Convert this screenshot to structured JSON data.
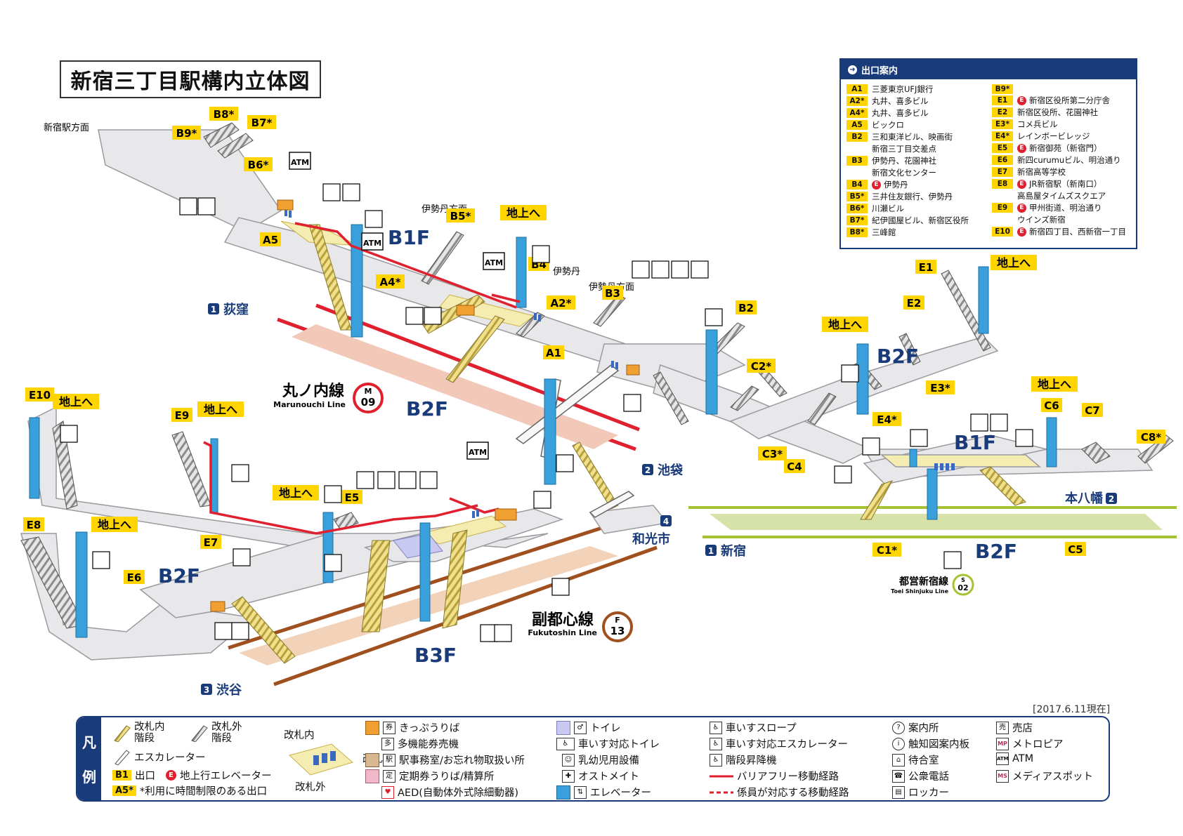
{
  "title": "新宿三丁目駅構内立体図",
  "date_note": "[2017.6.11現在]",
  "colors": {
    "navy": "#1a3b7a",
    "yellow": "#ffd400",
    "red": "#e0202e",
    "marunouchi": "#e0202e",
    "fukutoshin": "#a0501e",
    "shinjuku_line": "#a5c232",
    "elevator": "#3aa0dc",
    "floor": "#e8e8ea"
  },
  "exit_panel": {
    "title": "出口案内",
    "left": [
      {
        "code": "A1",
        "text": "三菱東京UFJ銀行",
        "ele": false
      },
      {
        "code": "A2*",
        "text": "丸井、喜多ビル",
        "ele": false
      },
      {
        "code": "A4*",
        "text": "丸井、喜多ビル",
        "ele": false
      },
      {
        "code": "A5",
        "text": "ビックロ",
        "ele": false
      },
      {
        "code": "B2",
        "text": "三和東洋ビル、映画街",
        "ele": false
      },
      {
        "code": "",
        "text": "新宿三丁目交差点",
        "ele": false
      },
      {
        "code": "B3",
        "text": "伊勢丹、花園神社",
        "ele": false
      },
      {
        "code": "",
        "text": "新宿文化センター",
        "ele": false
      },
      {
        "code": "B4",
        "text": "伊勢丹",
        "ele": true
      },
      {
        "code": "B5*",
        "text": "三井住友銀行、伊勢丹",
        "ele": false
      },
      {
        "code": "B6*",
        "text": "川瀬ビル",
        "ele": false
      },
      {
        "code": "B7*",
        "text": "紀伊國屋ビル、新宿区役所",
        "ele": false
      },
      {
        "code": "B8*",
        "text": "三峰館",
        "ele": false
      }
    ],
    "right": [
      {
        "code": "B9*",
        "text": "",
        "ele": false
      },
      {
        "code": "E1",
        "text": "新宿区役所第二分庁舎",
        "ele": true
      },
      {
        "code": "E2",
        "text": "新宿区役所、花園神社",
        "ele": false
      },
      {
        "code": "E3*",
        "text": "コメ兵ビル",
        "ele": false
      },
      {
        "code": "E4*",
        "text": "レインボービレッジ",
        "ele": false
      },
      {
        "code": "E5",
        "text": "新宿御苑（新宿門）",
        "ele": true
      },
      {
        "code": "E6",
        "text": "新四curumuビル、明治通り",
        "ele": false
      },
      {
        "code": "E7",
        "text": "新宿高等学校",
        "ele": false
      },
      {
        "code": "E8",
        "text": "JR新宿駅（新南口）",
        "ele": true
      },
      {
        "code": "",
        "text": "高島屋タイムズスクエア",
        "ele": false
      },
      {
        "code": "E9",
        "text": "甲州街道、明治通り",
        "ele": true
      },
      {
        "code": "",
        "text": "ウインズ新宿",
        "ele": false
      },
      {
        "code": "E10",
        "text": "新宿四丁目、西新宿一丁目",
        "ele": true
      }
    ]
  },
  "map": {
    "floors": {
      "b1f_left": "B1F",
      "b2f_left": "B2F",
      "b2f_right": "B2F",
      "b1f_right": "B1F",
      "b2f_bottom_left": "B2F",
      "b3f": "B3F",
      "b2f_c": "B2F"
    },
    "lines": {
      "marunouchi": {
        "jp": "丸ノ内線",
        "en": "Marunouchi Line",
        "letter": "M",
        "num": "09"
      },
      "fukutoshin": {
        "jp": "副都心線",
        "en": "Fukutoshin Line",
        "letter": "F",
        "num": "13"
      },
      "shinjuku": {
        "jp": "都営新宿線",
        "en": "Toei Shinjuku Line",
        "letter": "S",
        "num": "02"
      }
    },
    "directions": {
      "shinjuku_sta": "新宿駅方面",
      "isetan1": "伊勢丹方面",
      "isetan2": "伊勢丹方面",
      "ogikubo": {
        "num": "1",
        "label": "荻窪"
      },
      "ikebukuro": {
        "num": "2",
        "label": "池袋"
      },
      "wakoshi": {
        "num": "4",
        "label": "和光市"
      },
      "shibuya": {
        "num": "3",
        "label": "渋谷"
      },
      "shinjuku": {
        "num": "1",
        "label": "新宿"
      },
      "motoyawata": {
        "num": "2",
        "label": "本八幡"
      }
    },
    "chijo": "地上へ",
    "isetan_label": "伊勢丹",
    "exits": {
      "A1": "A1",
      "A2": "A2*",
      "A4": "A4*",
      "A5": "A5",
      "B2": "B2",
      "B3": "B3",
      "B4": "B4",
      "B5": "B5*",
      "B6": "B6*",
      "B7": "B7*",
      "B8": "B8*",
      "B9": "B9*",
      "C1": "C1*",
      "C2": "C2*",
      "C3": "C3*",
      "C4": "C4",
      "C5": "C5",
      "C6": "C6",
      "C7": "C7",
      "C8": "C8*",
      "E1": "E1",
      "E2": "E2",
      "E3": "E3*",
      "E4": "E4*",
      "E5": "E5",
      "E6": "E6",
      "E7": "E7",
      "E8": "E8",
      "E9": "E9",
      "E10": "E10"
    },
    "atm": "ATM"
  },
  "legend": {
    "side_top": "凡",
    "side_bottom": "例",
    "stairs_in_1": "改札内",
    "stairs_in_2": "階段",
    "stairs_out_1": "改札外",
    "stairs_out_2": "階段",
    "escalator": "エスカレーター",
    "exit_code": "B1",
    "exit_label": "出口",
    "exit_ele": "地上行エレベーター",
    "exit_time_code": "A5*",
    "exit_time": "*利用に時間制限のある出口",
    "gate_in": "改札内",
    "gate": "改札",
    "gate_out": "改札外",
    "ticket": "きっぷうりば",
    "multi_ticket": "多機能券売機",
    "office": "駅事務室/お忘れ物取扱い所",
    "commuter": "定期券うりば/精算所",
    "aed": "AED(自動体外式除細動器)",
    "toilet": "トイレ",
    "wc_toilet": "車いす対応トイレ",
    "baby": "乳幼児用設備",
    "ostomate": "オストメイト",
    "elevator": "エレベーター",
    "slope": "車いすスロープ",
    "wc_esc": "車いす対応エスカレーター",
    "stair_lift": "階段昇降機",
    "barrier_free": "バリアフリー移動経路",
    "staff_route": "係員が対応する移動経路",
    "info": "案内所",
    "tactile": "触知図案内板",
    "waiting": "待合室",
    "phone": "公衆電話",
    "locker": "ロッカー",
    "shop": "売店",
    "metropia": "メトロピア",
    "atm": "ATM",
    "media": "メディアスポット"
  }
}
